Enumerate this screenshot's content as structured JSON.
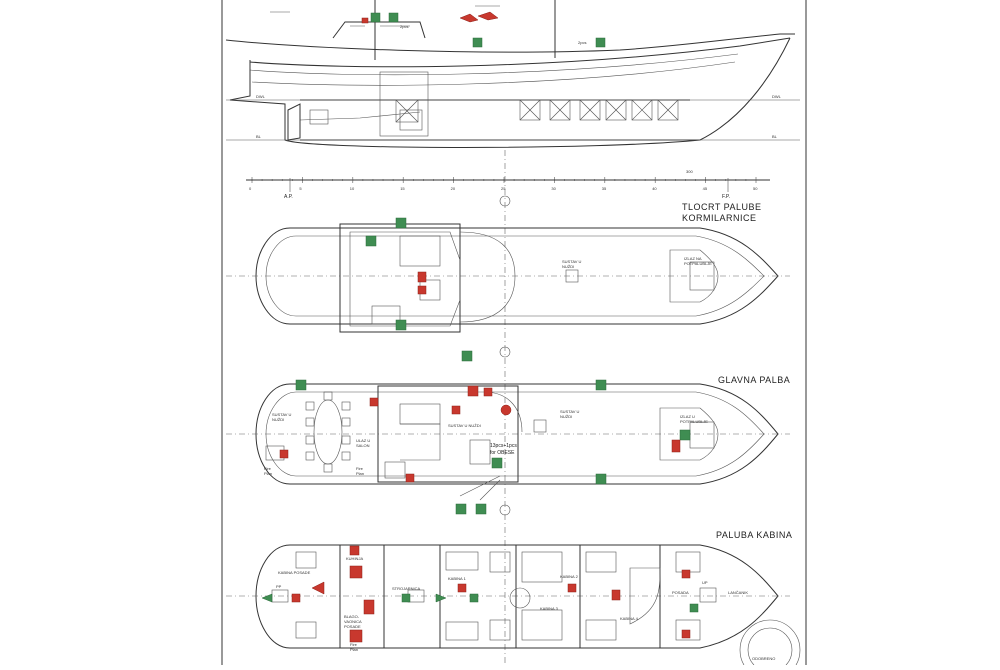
{
  "titles": {
    "wheelhouse_top": "TLOCRT PALUBE",
    "wheelhouse_bottom": "KORMILARNICE",
    "main_deck": "GLAVNA PALBA",
    "cabin_deck": "PALUBA KABINA"
  },
  "profile": {
    "qty_a": "2pcs",
    "qty_b": "2pcs",
    "wl_left_a": "DWL",
    "wl_left_b": "BL",
    "wl_right_a": "DWL",
    "wl_right_b": "BL",
    "scale_ticks": [
      "0",
      "5",
      "10",
      "15",
      "20",
      "25",
      "30",
      "35",
      "40",
      "45",
      "50"
    ],
    "ap": "A.P.",
    "fp": "F.P.",
    "station": "300"
  },
  "wheelhouse": {
    "exit": "IZLAZ NA",
    "exit2": "POTPALUBLJE",
    "muster1": "SUSTAV U",
    "muster2": "NUŽDI"
  },
  "main": {
    "muster1": "SUSTAV U",
    "muster2": "NUŽDI",
    "muster3": "SUSTAV U",
    "muster4": "NUŽDI",
    "saloon1": "ULAZ U",
    "saloon2": "SALON",
    "fore1": "IZLAZ U",
    "fore2": "POTPALUBLJE",
    "fire1": "Fire",
    "fire2": "Plan",
    "fire3": "Fire",
    "fire4": "Plan",
    "life1": "13pcs+1pcs",
    "life2": "for OBESE",
    "sign_a": "SUSTAV U NUŽDI"
  },
  "cabins": {
    "k1": "KABINA 1",
    "k2": "KABINA 2",
    "k3": "KABINA 3",
    "k4": "KABINA 4",
    "crew1": "KABINA POSADE",
    "crew2": "KUHINJA",
    "crew3": "BLAGO-",
    "crew4": "VAONICA",
    "crew5": "POSADE",
    "engine": "STROJARNICA",
    "crew_r": "POSADA",
    "chain": "LANČANIK",
    "fire1": "Fire",
    "fire2": "Plan",
    "exit_sign": "UP",
    "exit_sign2": "PP"
  },
  "stamp": {
    "text": "ODOBRENO"
  }
}
